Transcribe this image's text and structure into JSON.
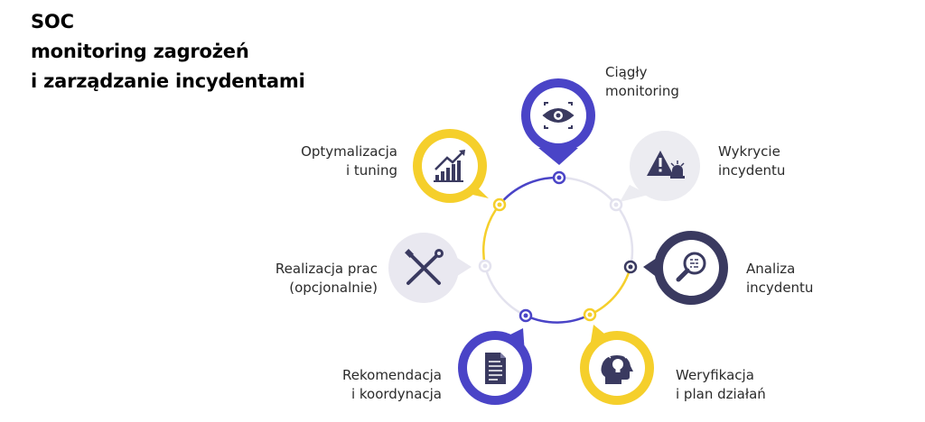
{
  "title": {
    "line1": "SOC",
    "line2": "monitoring zagrożeń",
    "line3": "i zarządzanie incydentami"
  },
  "colors": {
    "indigo": "#4a44c7",
    "navy": "#3a3a60",
    "gold": "#f5cf2b",
    "lavender": "#e1e0ec",
    "pale": "#ececf1"
  },
  "steps": [
    {
      "line1": "Ciągły",
      "line2": "monitoring",
      "icon": "eye-icon",
      "color": "#4a44c7"
    },
    {
      "line1": "Wykrycie",
      "line2": "incydentu",
      "icon": "alert-siren-icon",
      "color": "#e1e0ec"
    },
    {
      "line1": "Analiza",
      "line2": "incydentu",
      "icon": "magnifier-icon",
      "color": "#3a3a60"
    },
    {
      "line1": "Weryfikacja",
      "line2": "i plan działań",
      "icon": "head-lightbulb-icon",
      "color": "#f5cf2b"
    },
    {
      "line1": "Rekomendacja",
      "line2": "i koordynacja",
      "icon": "document-icon",
      "color": "#4a44c7"
    },
    {
      "line1": "Realizacja prac",
      "line2": "(opcjonalnie)",
      "icon": "tools-icon",
      "color": "#e1e0ec"
    },
    {
      "line1": "Optymalizacja",
      "line2": "i tuning",
      "icon": "growth-chart-icon",
      "color": "#f5cf2b"
    }
  ]
}
